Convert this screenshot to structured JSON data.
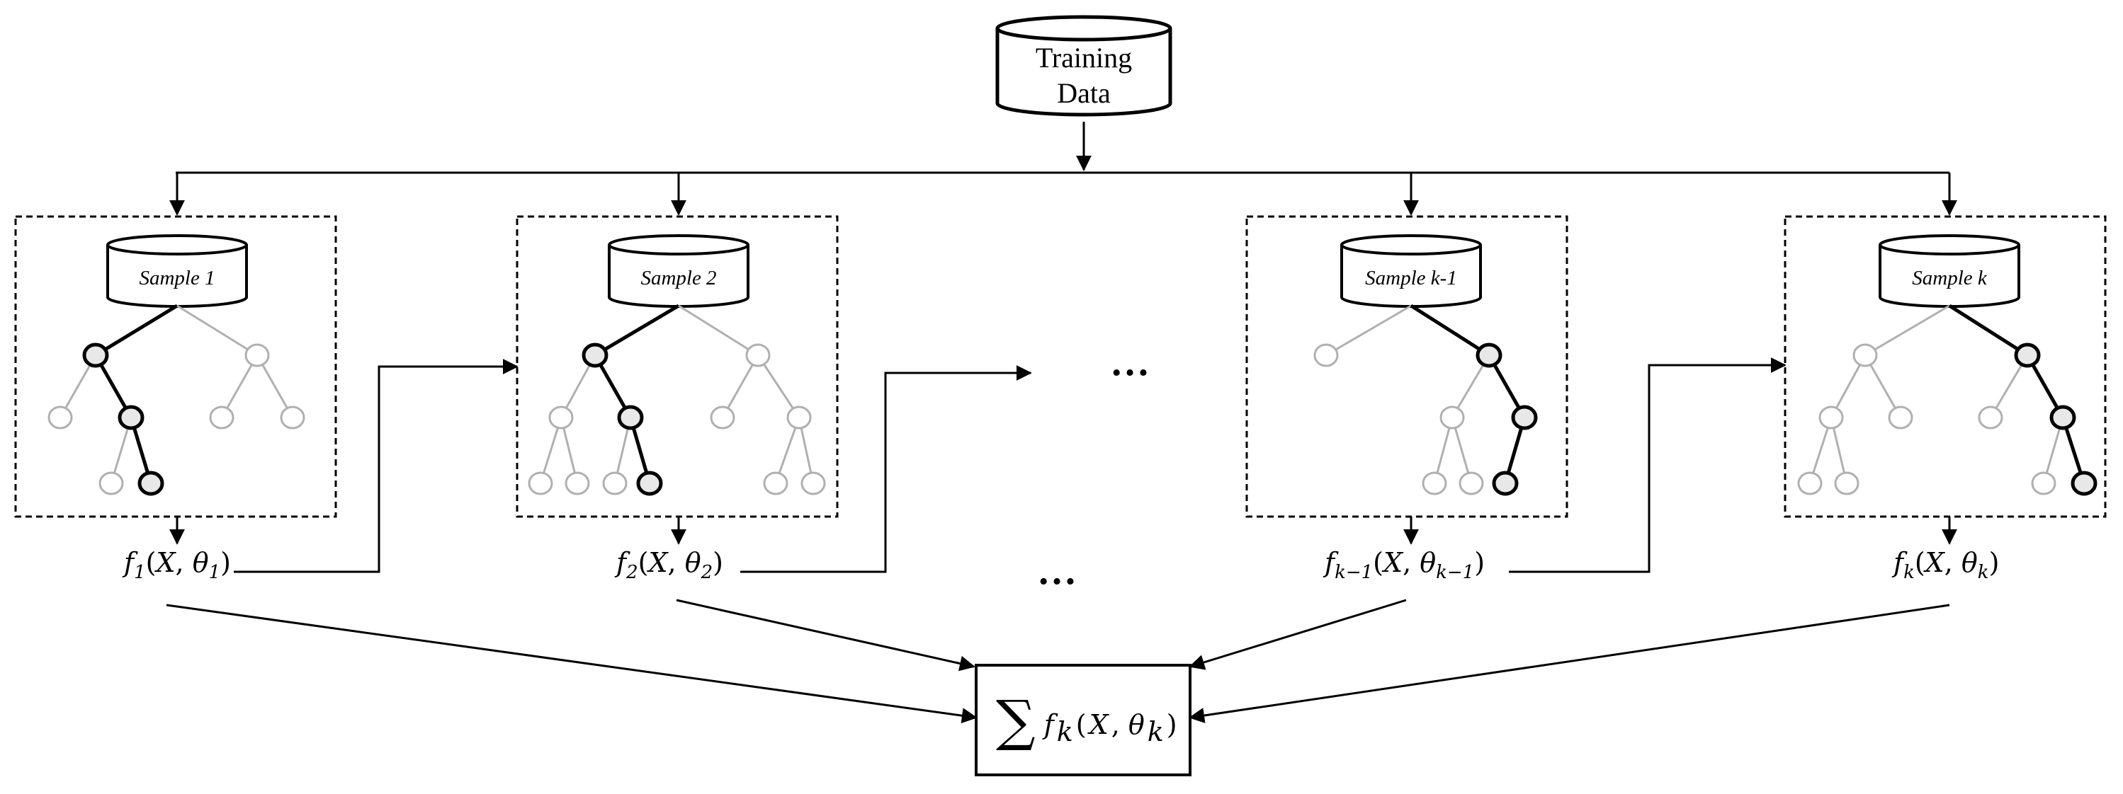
{
  "source": {
    "label_line1": "Training",
    "label_line2": "Data"
  },
  "samples": [
    {
      "label": "Sample 1",
      "fn": "f",
      "fn_sub": "1",
      "arg": "X",
      "param": "θ",
      "param_sub": "1"
    },
    {
      "label": "Sample 2",
      "fn": "f",
      "fn_sub": "2",
      "arg": "X",
      "param": "θ",
      "param_sub": "2"
    },
    {
      "label": "Sample k-1",
      "fn": "f",
      "fn_sub": "k−1",
      "arg": "X",
      "param": "θ",
      "param_sub": "k−1"
    },
    {
      "label": "Sample k",
      "fn": "f",
      "fn_sub": "k",
      "arg": "X",
      "param": "θ",
      "param_sub": "k"
    }
  ],
  "ellipsis": "…",
  "aggregate": {
    "sum_symbol": "∑",
    "fn": "f",
    "fn_sub": "k",
    "arg": "X",
    "param": "θ",
    "param_sub": "k"
  },
  "colors": {
    "active_path": "#000000",
    "inactive_path": "#b0b0b0",
    "active_node_fill": "#e8e8e8",
    "line": "#000000"
  }
}
